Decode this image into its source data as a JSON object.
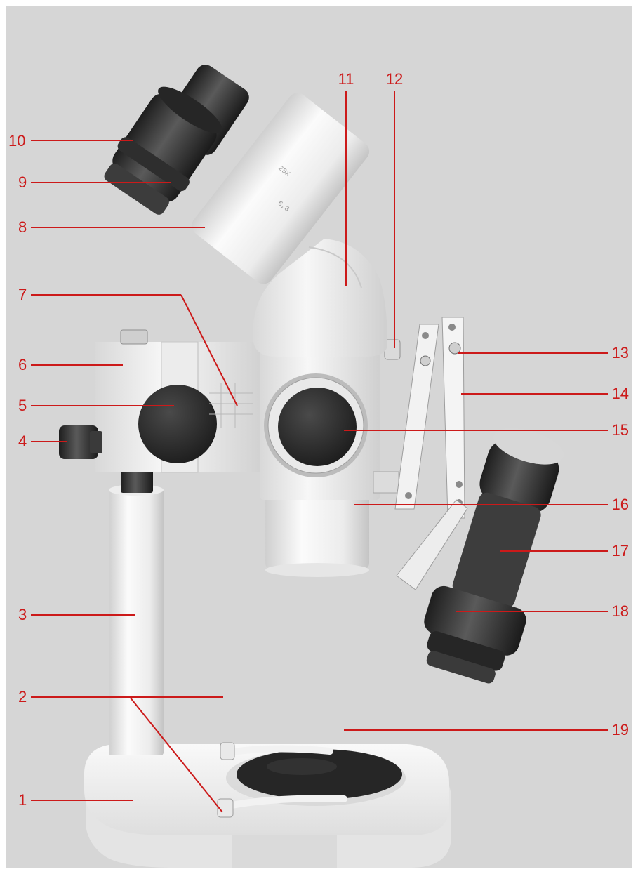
{
  "figure": {
    "background_color": "#d6d6d6",
    "frame_color": "#ffffff",
    "label_color": "#cc1a1a",
    "labels": [
      "1",
      "2",
      "3",
      "4",
      "5",
      "6",
      "7",
      "8",
      "9",
      "10",
      "11",
      "12",
      "13",
      "14",
      "15",
      "16",
      "17",
      "18",
      "19"
    ]
  }
}
